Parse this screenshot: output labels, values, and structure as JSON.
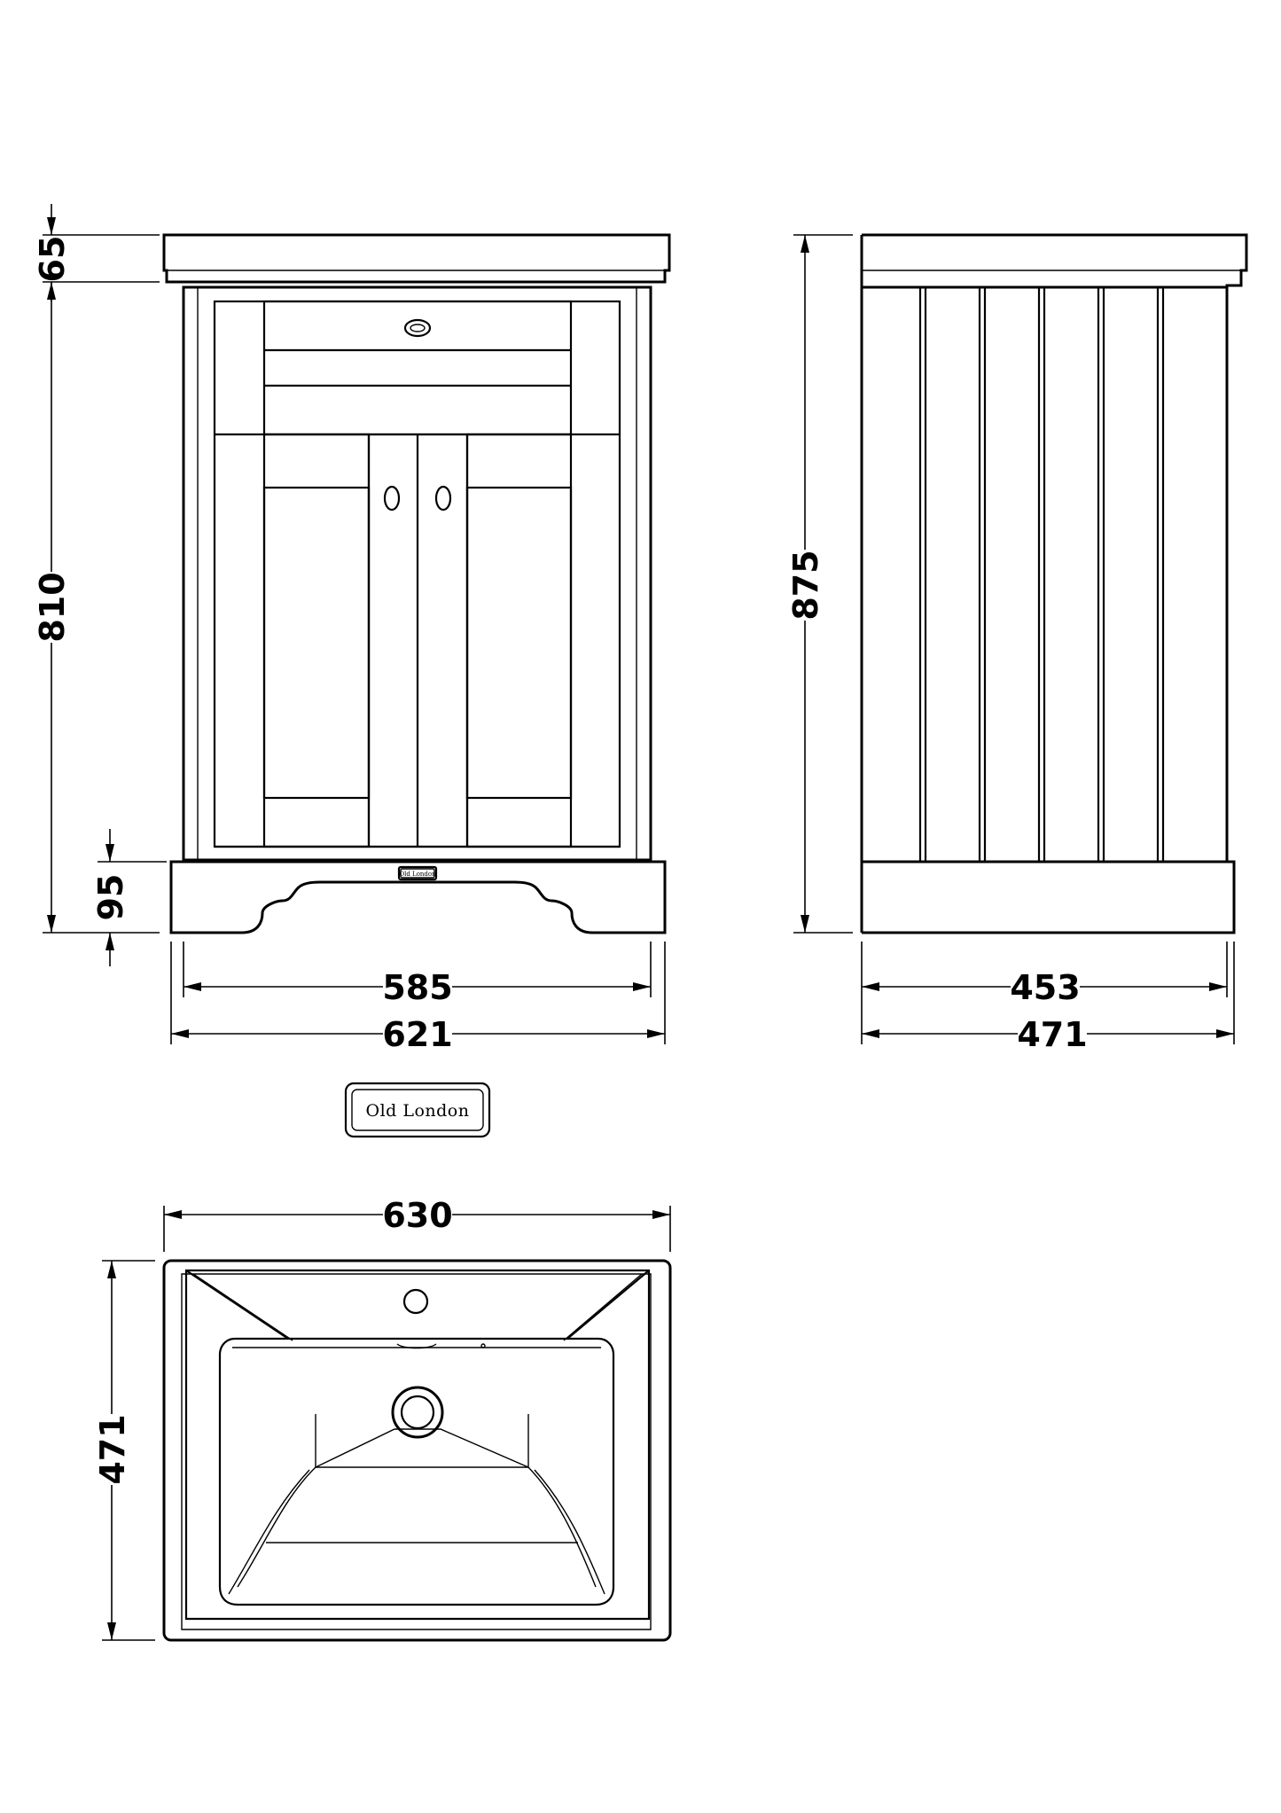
{
  "dimensions": {
    "front_basin_height": "65",
    "front_cabinet_height": "810",
    "front_plinth_height": "95",
    "front_body_width": "585",
    "front_overall_width": "621",
    "side_overall_height": "875",
    "side_body_depth": "453",
    "side_overall_depth": "471",
    "basin_width": "630",
    "basin_depth": "471"
  },
  "branding": {
    "logo_text": "Old London",
    "plinth_badge_text": "Old London"
  },
  "colors": {
    "line": "#000000",
    "background": "#ffffff"
  }
}
